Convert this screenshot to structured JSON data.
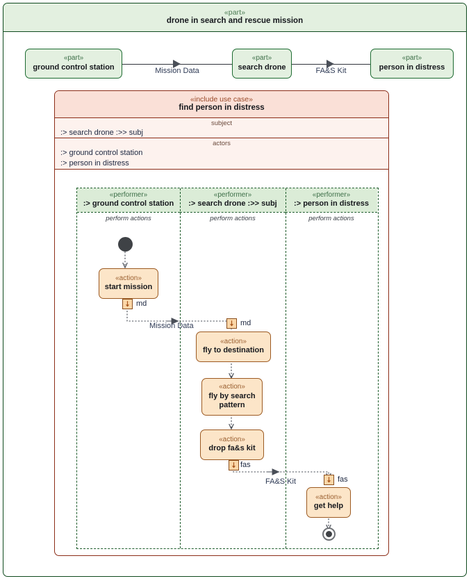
{
  "frame": {
    "stereotype": "«part»",
    "title": "drone in search and rescue mission"
  },
  "parts": [
    {
      "stereotype": "«part»",
      "name": "ground control station"
    },
    {
      "stereotype": "«part»",
      "name": "search drone"
    },
    {
      "stereotype": "«part»",
      "name": "person in distress"
    }
  ],
  "part_flows": [
    {
      "label": "Mission Data"
    },
    {
      "label": "FA&S Kit"
    }
  ],
  "use_case": {
    "stereotype": "«include use case»",
    "name": "find person in distress",
    "subject_title": "subject",
    "subject_items": [
      ":> search drone :>> subj"
    ],
    "actors_title": "actors",
    "actors_items": [
      ":> ground control station",
      ":> person in distress"
    ]
  },
  "lanes": [
    {
      "stereotype": "«performer»",
      "name": ":> ground control station",
      "sub": "perform actions"
    },
    {
      "stereotype": "«performer»",
      "name": ":> search drone :>> subj",
      "sub": "perform actions"
    },
    {
      "stereotype": "«performer»",
      "name": ":> person in distress",
      "sub": "perform actions"
    }
  ],
  "actions": [
    {
      "stereotype": "«action»",
      "name": "start mission"
    },
    {
      "stereotype": "«action»",
      "name": "fly to destination"
    },
    {
      "stereotype": "«action»",
      "name": "fly by search pattern"
    },
    {
      "stereotype": "«action»",
      "name": "drop fa&s kit"
    },
    {
      "stereotype": "«action»",
      "name": "get help"
    }
  ],
  "pins": [
    {
      "label": "md"
    },
    {
      "label": "md"
    },
    {
      "label": "fas"
    },
    {
      "label": "fas"
    }
  ],
  "object_flows": [
    {
      "label": "Mission Data"
    },
    {
      "label": "FA&S Kit"
    }
  ],
  "colors": {
    "part_fill": "#e3f0e0",
    "part_border": "#1d6b31",
    "usecase_fill": "#fdf2ee",
    "usecase_header_fill": "#fae0d7",
    "usecase_border": "#8c2d18",
    "action_fill": "#fce5c8",
    "action_border": "#9c5a22",
    "lane_border": "#1d5c2b",
    "connector": "#4a4f58"
  }
}
